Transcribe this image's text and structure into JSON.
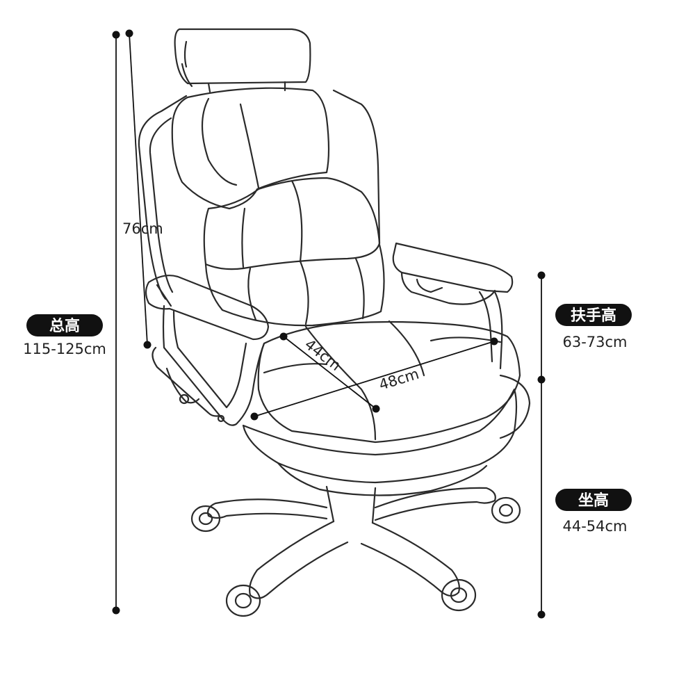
{
  "dimensions": {
    "total_height": {
      "label": "总高",
      "value": "115-125cm"
    },
    "back_height": {
      "value": "76cm"
    },
    "armrest_height": {
      "label": "扶手高",
      "value": "63-73cm"
    },
    "seat_height": {
      "label": "坐高",
      "value": "44-54cm"
    },
    "seat_depth": {
      "value": "44cm"
    },
    "seat_width": {
      "value": "48cm"
    }
  }
}
